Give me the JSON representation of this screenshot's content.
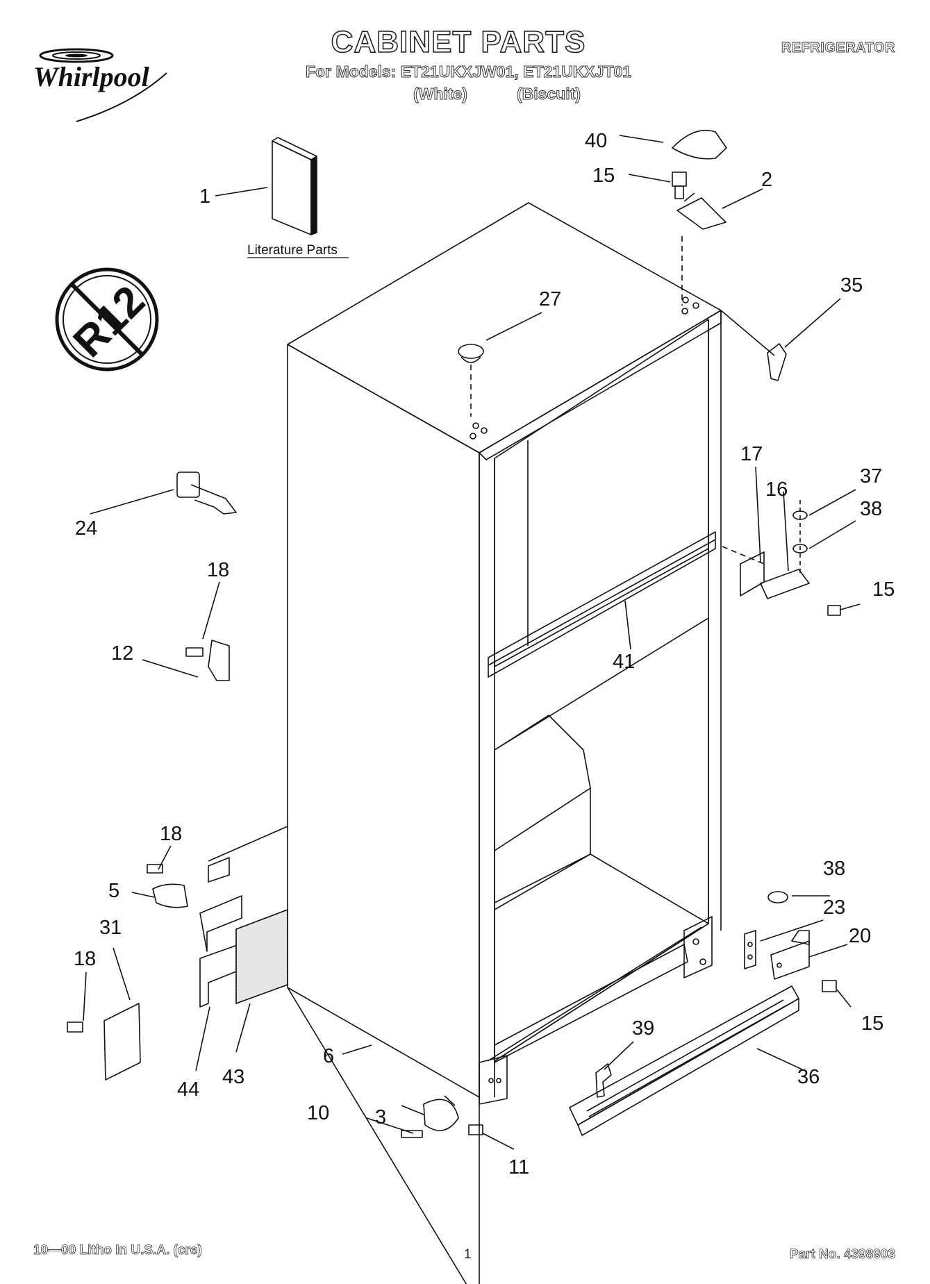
{
  "header": {
    "title": "CABINET PARTS",
    "models_line": "For Models: ET21UKXJW01, ET21UKXJT01",
    "variant_white": "(White)",
    "variant_biscuit": "(Biscuit)",
    "appliance_type": "REFRIGERATOR"
  },
  "brand": {
    "logo_text": "Whirlpool"
  },
  "badge": {
    "text": "R12"
  },
  "literature_label": "Literature Parts",
  "callouts": {
    "c1": "1",
    "c2": "2",
    "c3": "3",
    "c5": "5",
    "c6": "6",
    "c10": "10",
    "c11": "11",
    "c12": "12",
    "c15a": "15",
    "c15b": "15",
    "c15c": "15",
    "c16": "16",
    "c17": "17",
    "c18a": "18",
    "c18b": "18",
    "c18c": "18",
    "c20": "20",
    "c23": "23",
    "c24": "24",
    "c27": "27",
    "c31": "31",
    "c35": "35",
    "c36": "36",
    "c37": "37",
    "c38a": "38",
    "c38b": "38",
    "c39": "39",
    "c40": "40",
    "c41": "41",
    "c43": "43",
    "c44": "44"
  },
  "footer": {
    "litho": "10—00 Litho In U.S.A. (cre)",
    "page": "1",
    "part_no": "Part No. 4398903"
  }
}
